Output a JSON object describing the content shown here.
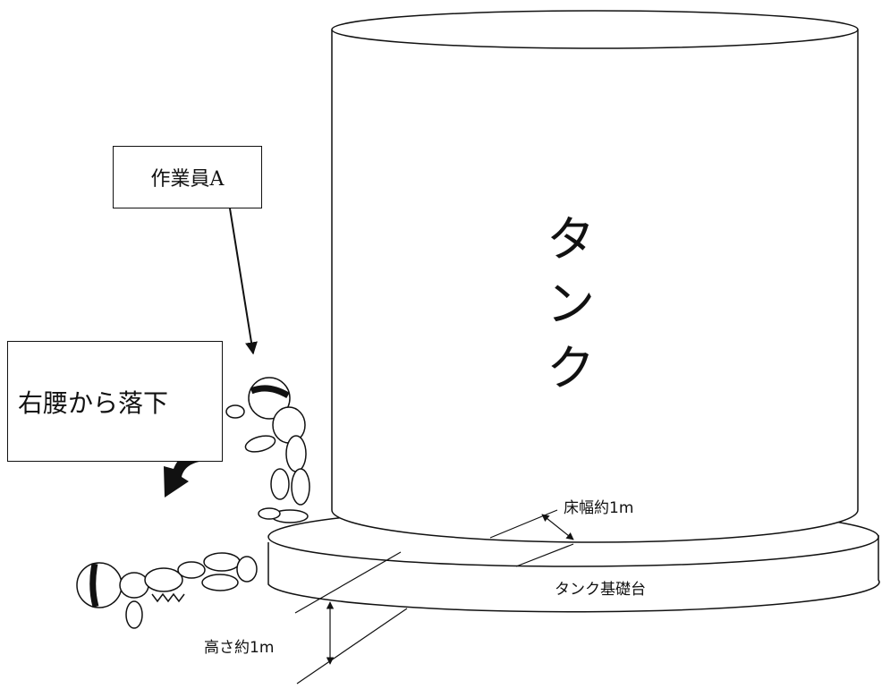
{
  "labels": {
    "worker": "作業員A",
    "fall": "右腰から落下",
    "tank": [
      "タ",
      "ン",
      "ク"
    ],
    "floor_width": "床幅約1m",
    "base": "タンク基礎台",
    "height": "高さ約1m"
  },
  "colors": {
    "line": "#111111",
    "fill": "#ffffff",
    "arrow": "#111111"
  }
}
